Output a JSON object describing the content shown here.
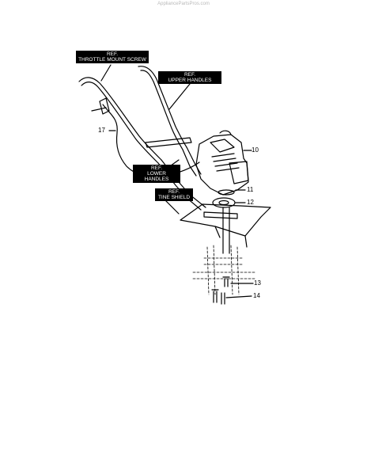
{
  "watermark": "AppliancePartsPros.com",
  "ref_labels": {
    "throttle_mount_screw": {
      "line1": "REF.",
      "line2": "THROTTLE MOUNT SCREW"
    },
    "upper_handles": {
      "line1": "REF.",
      "line2": "UPPER HANDLES"
    },
    "lower_handles": {
      "line1": "REF.",
      "line2": "LOWER HANDLES"
    },
    "tine_shield": {
      "line1": "REF.",
      "line2": "TINE SHIELD"
    }
  },
  "part_numbers": {
    "p10": "10",
    "p11": "11",
    "p12": "12",
    "p13": "13",
    "p14": "14",
    "p17": "17"
  }
}
